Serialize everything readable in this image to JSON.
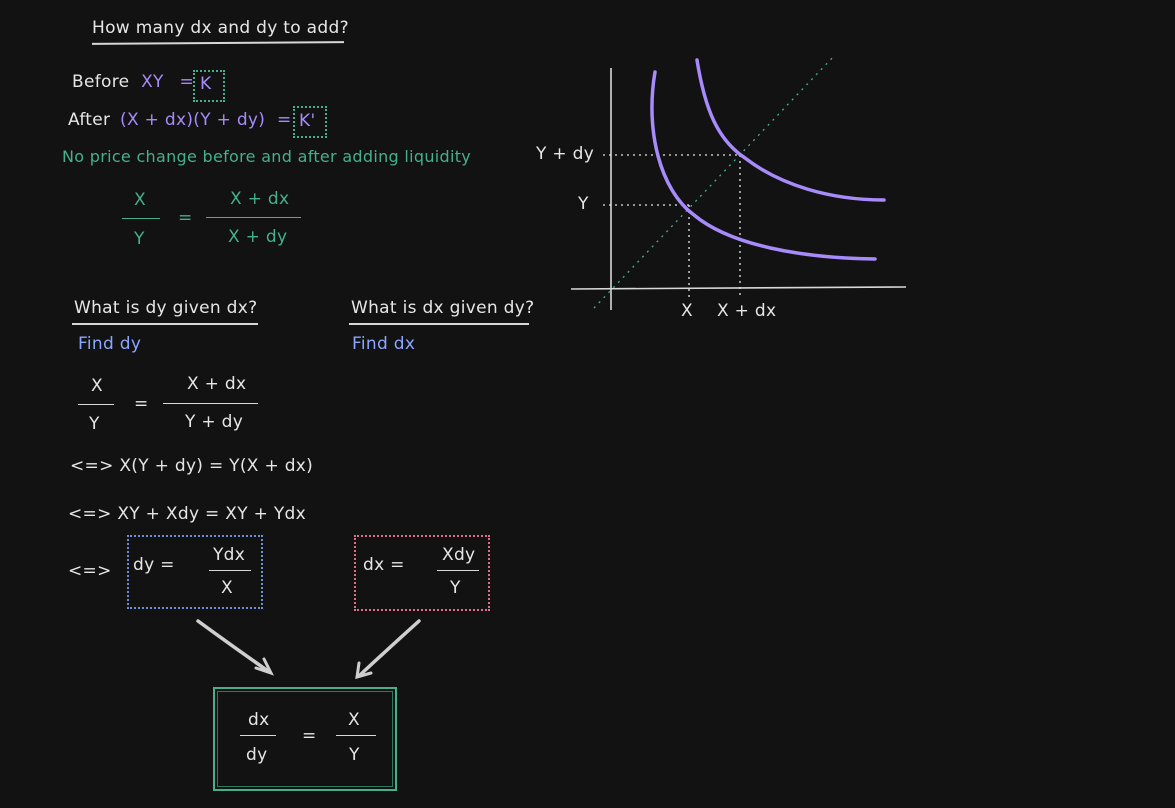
{
  "title": "How many dx and dy to add?",
  "before": {
    "label": "Before",
    "xy": "XY",
    "eq": "=",
    "k": "K"
  },
  "after": {
    "label": "After",
    "expr": "(X + dx)(Y + dy)",
    "eq": "=",
    "k": "K'"
  },
  "no_price_change": "No price change before and after adding liquidity",
  "ratio_top": {
    "lhs_num": "X",
    "lhs_den": "Y",
    "eq": "=",
    "rhs_num": "X + dx",
    "rhs_den": "X + dy"
  },
  "left_section": {
    "heading": "What is dy given dx?",
    "sub": "Find dy",
    "frac": {
      "lhs_num": "X",
      "lhs_den": "Y",
      "eq": "=",
      "rhs_num": "X + dx",
      "rhs_den": "Y + dy"
    },
    "step1": "<=> X(Y + dy) = Y(X + dx)",
    "step2": "<=> XY + Xdy = XY + Ydx",
    "step3_prefix": "<=>",
    "box": {
      "lhs": "dy =",
      "num": "Ydx",
      "den": "X"
    }
  },
  "right_section": {
    "heading": "What is dx given dy?",
    "sub": "Find dx",
    "box": {
      "lhs": "dx =",
      "num": "Xdy",
      "den": "Y"
    }
  },
  "result": {
    "num_l": "dx",
    "den_l": "dy",
    "eq": "=",
    "num_r": "X",
    "den_r": "Y"
  },
  "graph": {
    "y_labels": [
      "Y + dy",
      "Y"
    ],
    "x_labels": [
      "X",
      "X + dx"
    ]
  },
  "colors": {
    "background": "#121212",
    "purple": "#a78bfa",
    "green": "#46b08c",
    "blue": "#8aa6ff",
    "pink": "#e26d8a",
    "blue_box": "#6f8fd6"
  }
}
